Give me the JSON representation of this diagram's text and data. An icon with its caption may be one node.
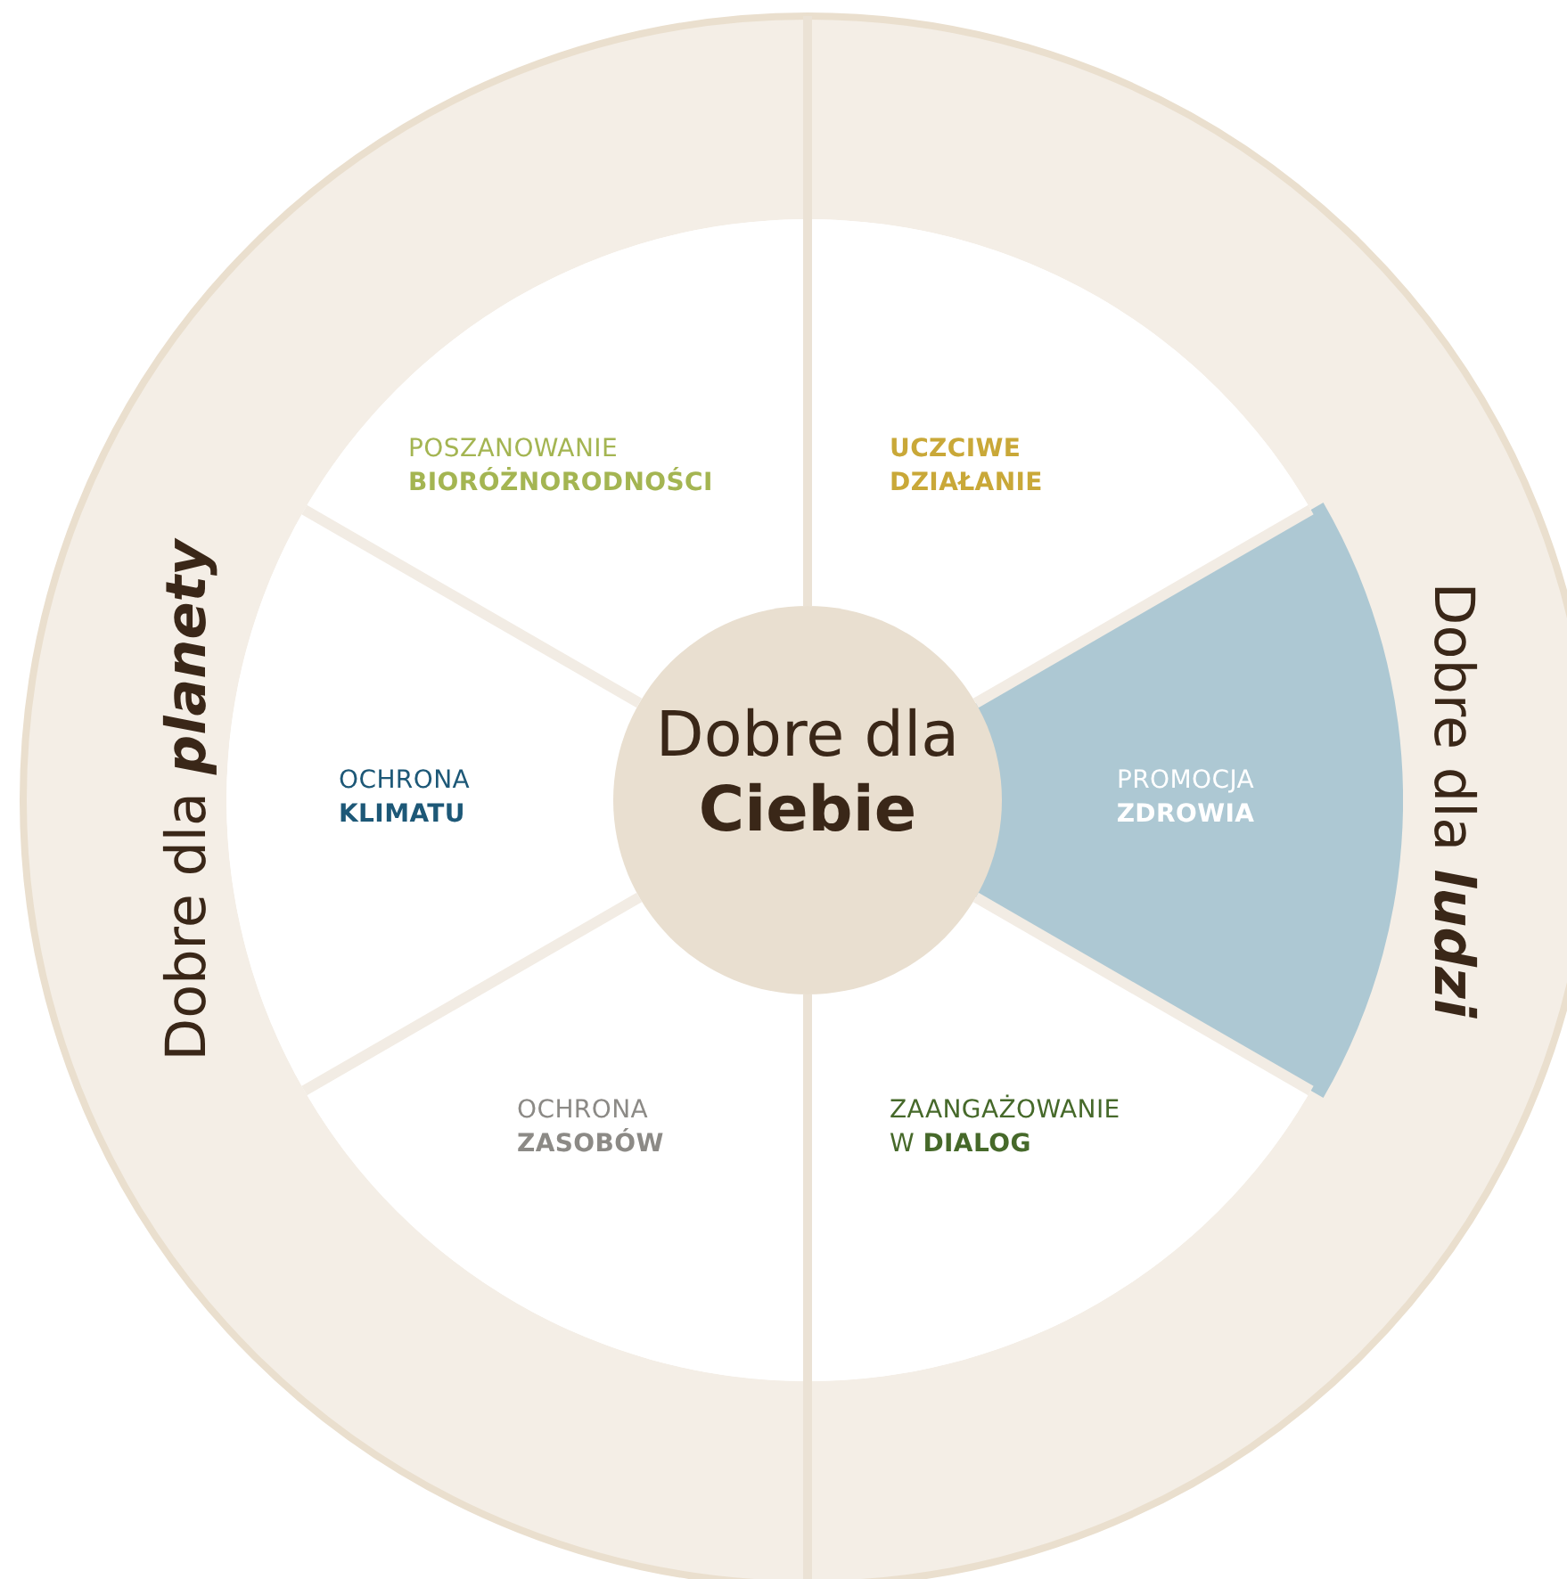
{
  "diagram": {
    "nodes": [
      {
        "text": [
          "Dobre dla **planety**"
        ]
      },
      {
        "text": [
          "Dobre dla **ludzi**"
        ]
      },
      {
        "text": [
          "POSZANOWANIE **BIORÓŻNORODNOŚCI**"
        ]
      },
      {
        "text": [
          "UCZCIWE DZIAŁANIE"
        ]
      },
      {
        "text": [
          "OCHRONA **KLIMATU**"
        ]
      },
      {
        "text": [
          "PROMOCJA **ZDROWIA**"
        ]
      },
      {
        "text": [
          "OCHRONA **ZASOBÓW**"
        ]
      },
      {
        "text": [
          "ZAANGAŻOWANIE W **DIALOG**"
        ]
      },
      {
        "text": [
          "Dobre dla **Ciebie**"
        ]
      }
    ]
  }
}
